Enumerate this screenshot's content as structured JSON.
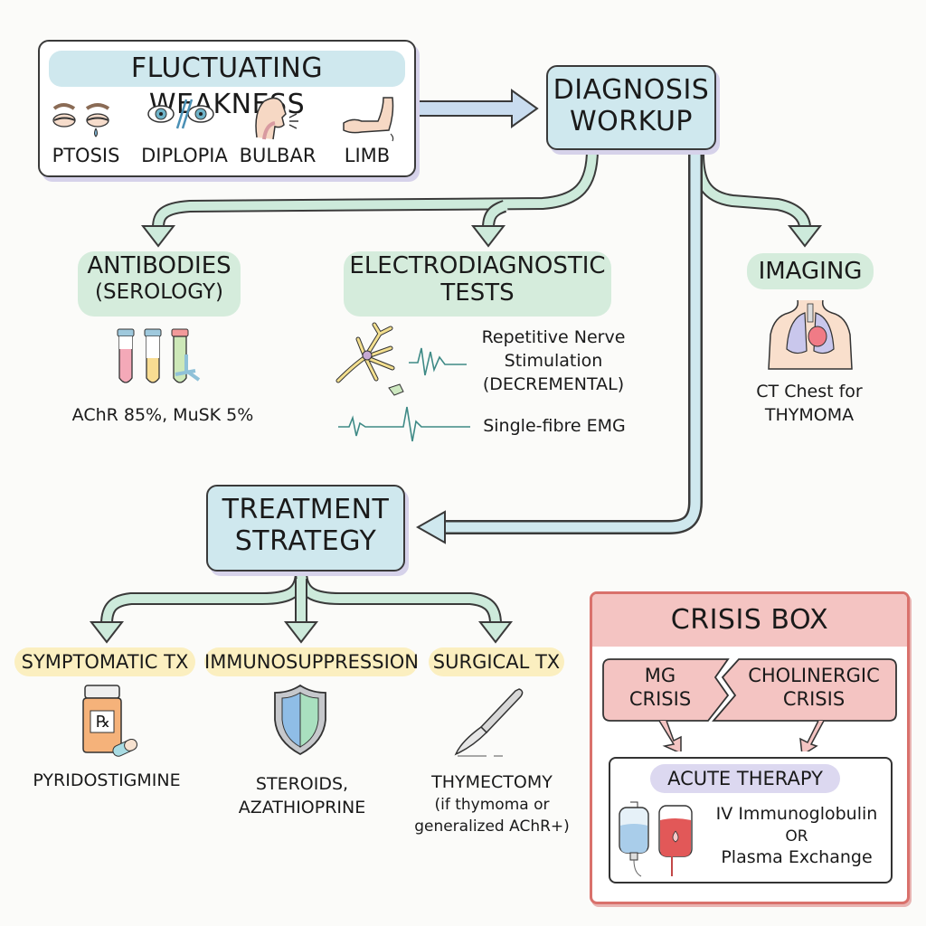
{
  "colors": {
    "blue_box": "#cfe8ee",
    "green_accent": "#d5ecdc",
    "yellow_accent": "#fbefc0",
    "crisis_red": "#f4c4c2",
    "crisis_border": "#d9716c",
    "purple_accent": "#dcd8f0",
    "outline": "#3a3a3a"
  },
  "symptoms": {
    "title": "FLUCTUATING WEAKNESS",
    "items": [
      {
        "label": "PTOSIS",
        "icon": "drooping-eyes-icon"
      },
      {
        "label": "DIPLOPIA",
        "icon": "double-vision-eyes-icon"
      },
      {
        "label": "BULBAR",
        "icon": "head-throat-icon"
      },
      {
        "label": "LIMB",
        "icon": "arm-icon"
      }
    ]
  },
  "diagnosis": {
    "title_line1": "DIAGNOSIS",
    "title_line2": "WORKUP"
  },
  "antibodies": {
    "title_line1": "ANTIBODIES",
    "title_line2": "(SEROLOGY)",
    "icon": "test-tubes-icon",
    "caption": "AChR 85%, MuSK 5%"
  },
  "electro": {
    "title_line1": "ELECTRODIAGNOSTIC",
    "title_line2": "TESTS",
    "rns_line1": "Repetitive Nerve",
    "rns_line2": "Stimulation",
    "rns_line3": "(DECREMENTAL)",
    "emg": "Single-fibre EMG"
  },
  "imaging": {
    "title": "IMAGING",
    "icon": "chest-lungs-icon",
    "caption_line1": "CT Chest for",
    "caption_line2": "THYMOMA"
  },
  "treatment": {
    "title_line1": "TREATMENT",
    "title_line2": "STRATEGY",
    "branches": [
      {
        "title": "SYMPTOMATIC TX",
        "icon": "pill-bottle-icon",
        "lines": [
          "PYRIDOSTIGMINE"
        ]
      },
      {
        "title": "IMMUNOSUPPRESSION",
        "icon": "shield-icon",
        "lines": [
          "STEROIDS,",
          "AZATHIOPRINE"
        ]
      },
      {
        "title": "SURGICAL TX",
        "icon": "scalpel-icon",
        "lines": [
          "THYMECTOMY",
          "(if thymoma or",
          "generalized AChR+)"
        ]
      }
    ]
  },
  "crisis": {
    "title": "CRISIS BOX",
    "mg_line1": "MG",
    "mg_line2": "CRISIS",
    "chol_line1": "CHOLINERGIC",
    "chol_line2": "CRISIS",
    "acute_title": "ACUTE THERAPY",
    "therapy_line1": "IV Immunoglobulin",
    "therapy_line2": "OR",
    "therapy_line3": "Plasma Exchange",
    "rx_symbol": "℞"
  }
}
